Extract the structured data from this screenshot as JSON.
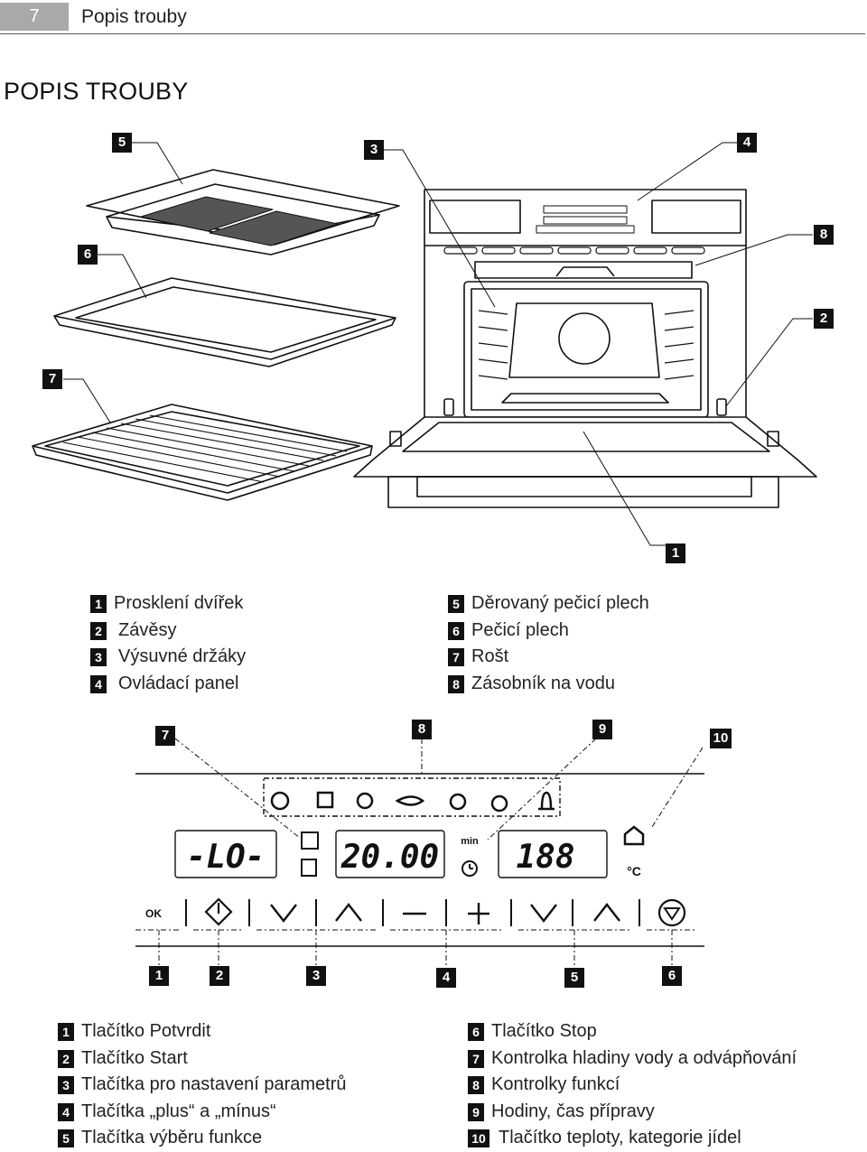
{
  "header": {
    "page_number": "7",
    "title": "Popis trouby"
  },
  "page_title": "POPIS TROUBY",
  "oven_callouts": [
    "1",
    "2",
    "3",
    "4",
    "5",
    "6",
    "7",
    "8"
  ],
  "oven_legend": [
    {
      "num": "1",
      "label": "Prosklení dvířek"
    },
    {
      "num": "2",
      "label": "Závěsy"
    },
    {
      "num": "3",
      "label": "Výsuvné držáky"
    },
    {
      "num": "4",
      "label": "Ovládací panel"
    },
    {
      "num": "5",
      "label": "Děrovaný pečicí plech"
    },
    {
      "num": "6",
      "label": "Pečicí plech"
    },
    {
      "num": "7",
      "label": "Rošt"
    },
    {
      "num": "8",
      "label": "Zásobník na vodu"
    }
  ],
  "panel_callouts_top": [
    "7",
    "8",
    "9",
    "10"
  ],
  "panel_callouts_bottom": [
    "1",
    "2",
    "3",
    "4",
    "5",
    "6"
  ],
  "panel_display": {
    "left": "-LO-",
    "middle": "20.00",
    "right": "188",
    "min_label": "min",
    "celsius_label": "°C",
    "ok_label": "OK"
  },
  "panel_legend": [
    {
      "num": "1",
      "label": "Tlačítko Potvrdit"
    },
    {
      "num": "2",
      "label": "Tlačítko Start"
    },
    {
      "num": "3",
      "label": "Tlačítka pro nastavení parametrů"
    },
    {
      "num": "4",
      "label": "Tlačítka „plus“ a „mínus“"
    },
    {
      "num": "5",
      "label": "Tlačítka výběru funkce"
    },
    {
      "num": "6",
      "label": "Tlačítko Stop"
    },
    {
      "num": "7",
      "label": "Kontrolka hladiny vody a odvápňování"
    },
    {
      "num": "8",
      "label": "Kontrolky funkcí"
    },
    {
      "num": "9",
      "label": "Hodiny, čas přípravy"
    },
    {
      "num": "10",
      "label": "Tlačítko teploty, kategorie jídel"
    }
  ]
}
